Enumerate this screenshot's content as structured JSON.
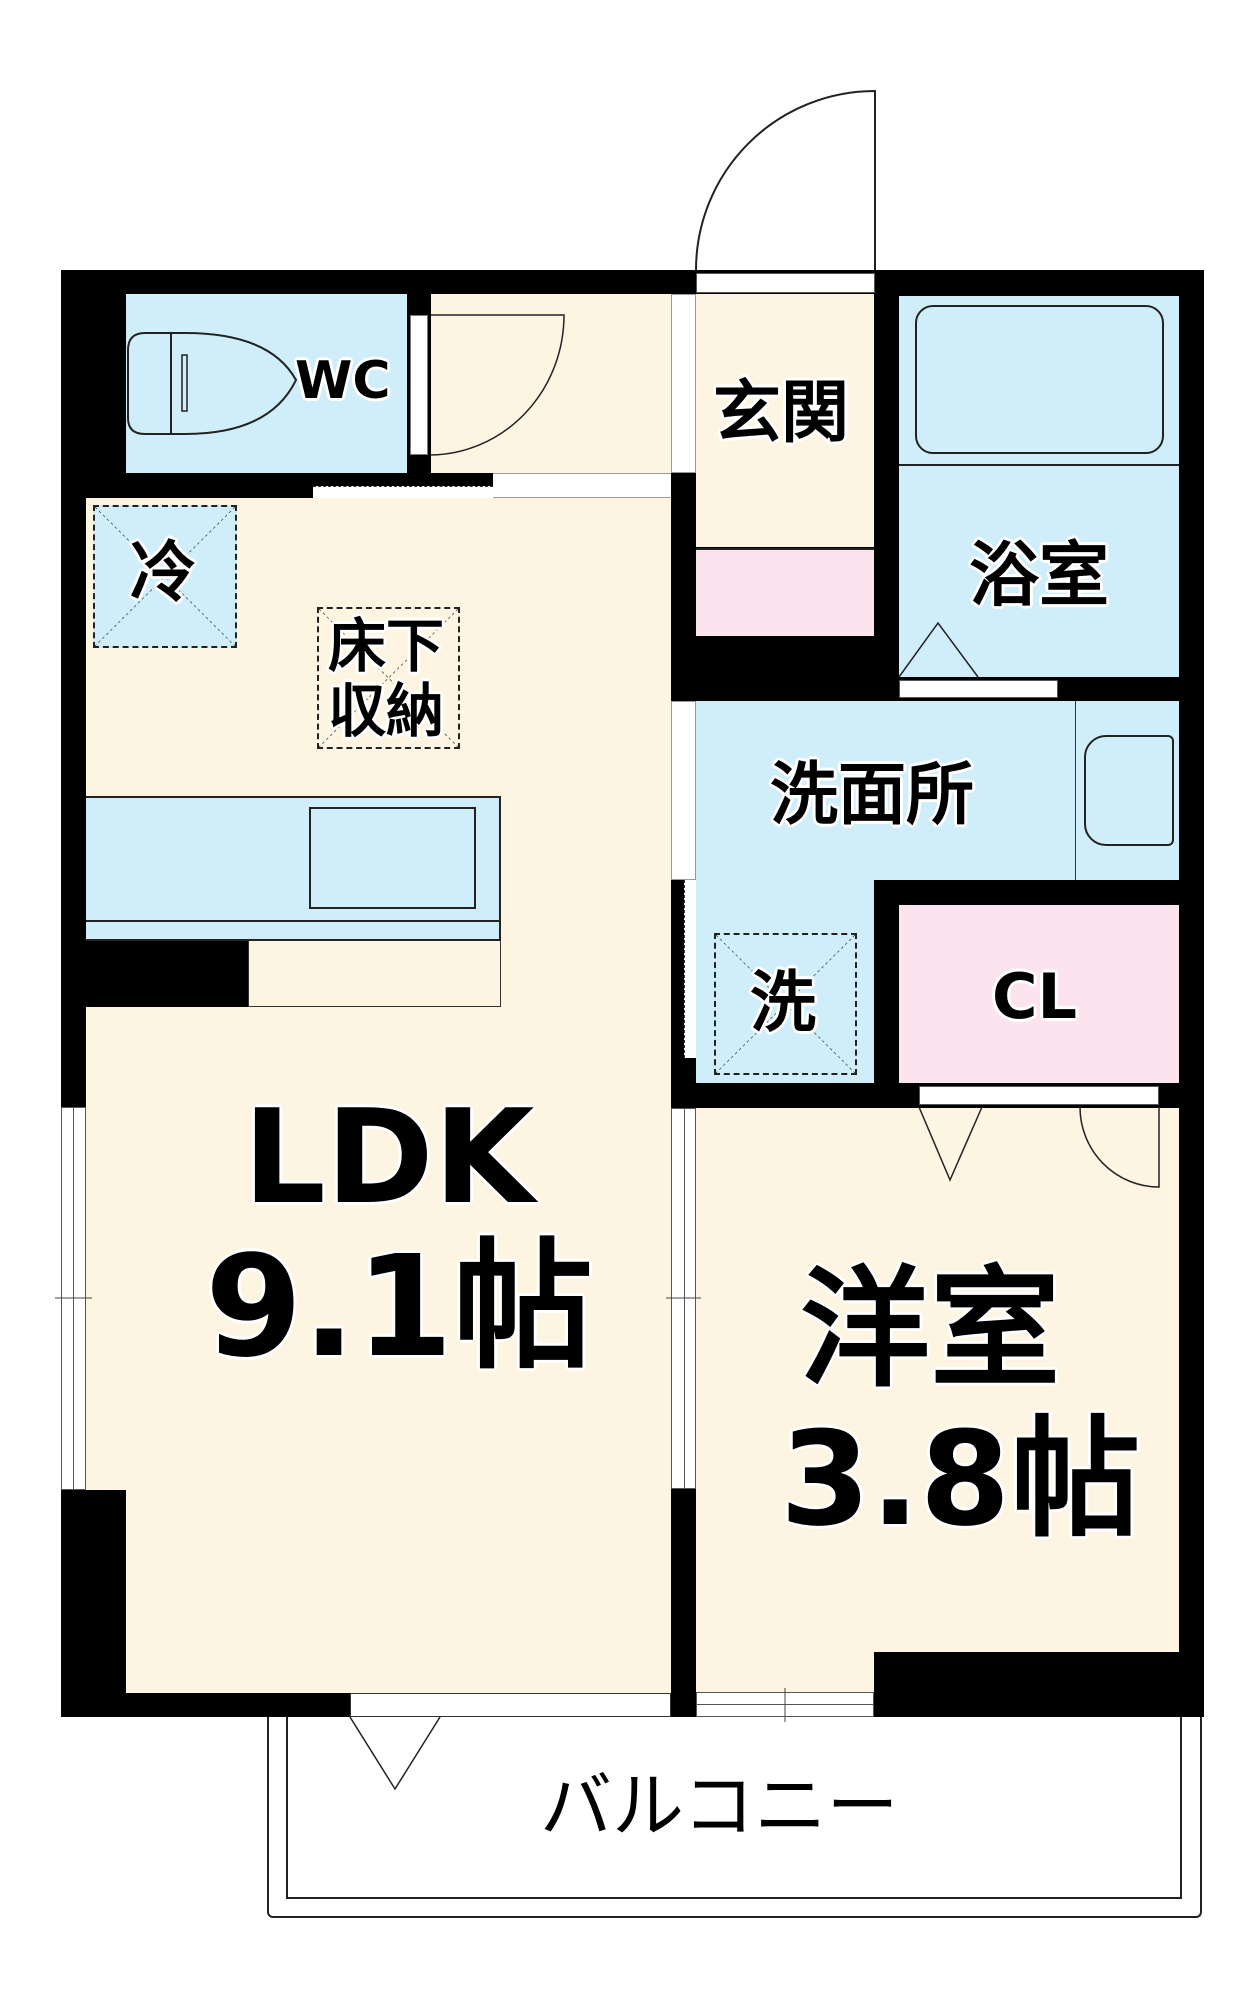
{
  "floorplan": {
    "colors": {
      "wall": "#000000",
      "floor_beige": "#fdf4e2",
      "wet_blue": "#d0eefa",
      "storage_pink": "#fbe4ee"
    },
    "rooms": {
      "wc": {
        "label": "WC"
      },
      "entrance": {
        "label": "玄関"
      },
      "bath": {
        "label": "浴室"
      },
      "fridge": {
        "label": "冷"
      },
      "underfloor_storage": {
        "line1": "床下",
        "line2": "収納"
      },
      "washroom": {
        "label": "洗面所"
      },
      "washer": {
        "label": "洗"
      },
      "closet": {
        "label": "CL"
      },
      "ldk": {
        "name": "LDK",
        "size": "9.1帖"
      },
      "western_room": {
        "name": "洋室",
        "size": "3.8帖"
      },
      "balcony": {
        "label": "バルコニー"
      }
    }
  }
}
